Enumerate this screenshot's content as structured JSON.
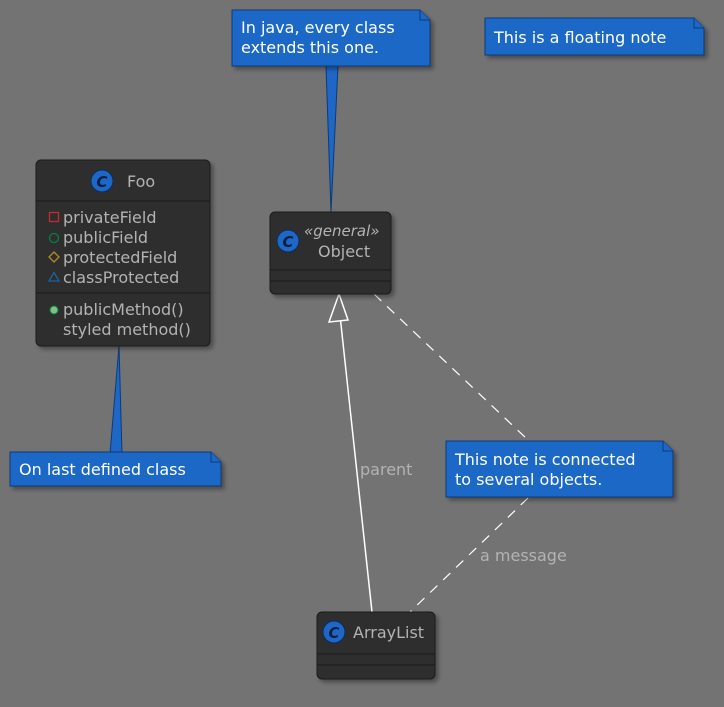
{
  "classes": {
    "foo": {
      "icon_letter": "C",
      "name": "Foo",
      "fields": [
        "privateField",
        "publicField",
        "protectedField",
        "classProtected"
      ],
      "methods": [
        "publicMethod()",
        "styled method()"
      ]
    },
    "object": {
      "icon_letter": "C",
      "stereotype": "«general»",
      "name": "Object"
    },
    "arraylist": {
      "icon_letter": "C",
      "name": "ArrayList"
    }
  },
  "notes": {
    "java": {
      "lines": [
        "In java, every class",
        "extends this one."
      ]
    },
    "floating": {
      "lines": [
        "This is a floating note"
      ]
    },
    "last_class": {
      "lines": [
        "On last defined class"
      ]
    },
    "connected": {
      "lines": [
        "This note is connected",
        "to several objects."
      ]
    }
  },
  "edges": {
    "inheritance_label": "parent",
    "note_link_label": "a message"
  },
  "colors": {
    "background": "#737373",
    "class_fill": "#2e2e2e",
    "note_fill": "#1f67c6",
    "icon_fill": "#1f67c6",
    "private_marker": "#c82930",
    "public_field_marker": "#038048",
    "protected_marker": "#b38d22",
    "package_marker": "#1963a0",
    "public_method_marker": "#84be84"
  }
}
